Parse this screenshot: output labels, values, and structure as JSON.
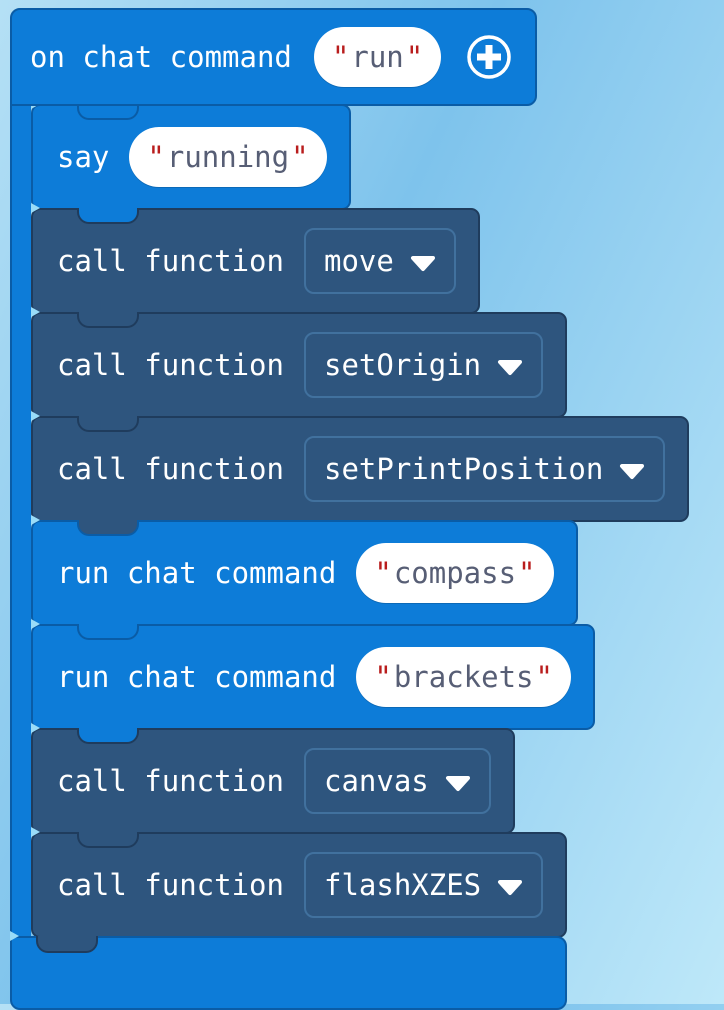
{
  "colors": {
    "event_block_fill": "#0d7cd8",
    "event_block_border": "#0a5ca6",
    "function_block_fill": "#2e557e",
    "function_block_border": "#1f3c5d",
    "dropdown_border": "#41719e",
    "pill_text": "#575e75",
    "pill_quote": "#b91d1d",
    "connection_marker": "#9adcf8",
    "background_top_left": "#b5e0f5",
    "background_mid": "#7ec3ec",
    "background_bottom": "#bee8f9"
  },
  "ui": {
    "quote": "\""
  },
  "hat": {
    "label": "on chat command",
    "value": "run",
    "plus_icon": "plus-circle-icon"
  },
  "stack": [
    {
      "label": "say",
      "value": "running",
      "field": "pill"
    },
    {
      "label": "call function",
      "value": "move",
      "field": "dropdown"
    },
    {
      "label": "call function",
      "value": "setOrigin",
      "field": "dropdown"
    },
    {
      "label": "call function",
      "value": "setPrintPosition",
      "field": "dropdown"
    },
    {
      "label": "run chat command",
      "value": "compass",
      "field": "pill"
    },
    {
      "label": "run chat command",
      "value": "brackets",
      "field": "pill"
    },
    {
      "label": "call function",
      "value": "canvas",
      "field": "dropdown"
    },
    {
      "label": "call function",
      "value": "flashXZES",
      "field": "dropdown"
    }
  ]
}
